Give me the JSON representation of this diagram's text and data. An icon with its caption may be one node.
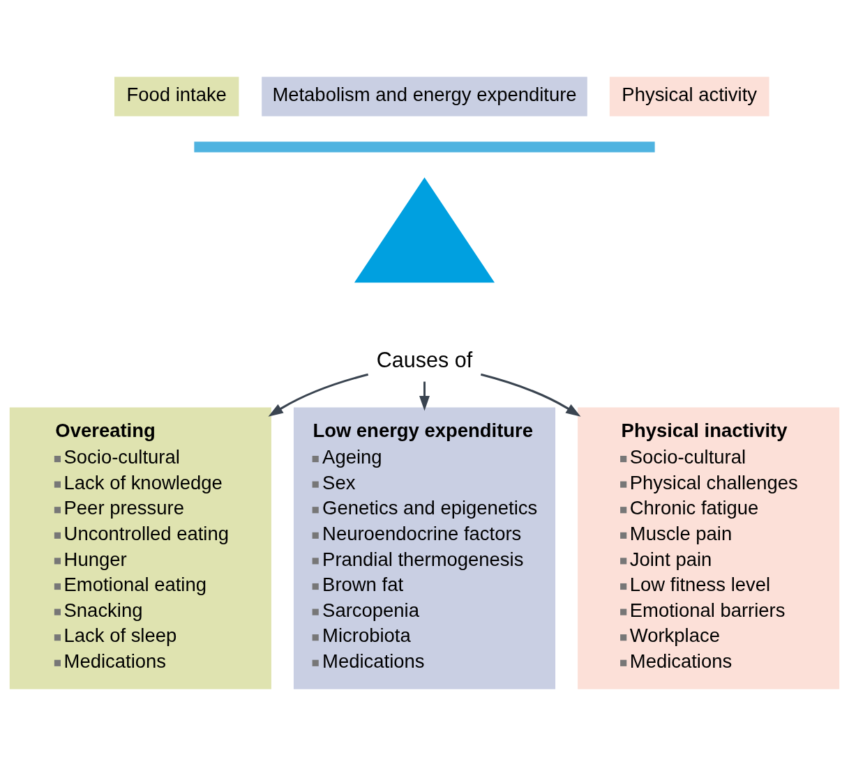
{
  "diagram": {
    "nodes": [
      {
        "text": [
          "Food intake"
        ]
      },
      {
        "text": [
          "Metabolism and energy expenditure"
        ]
      },
      {
        "text": [
          "Physical activity"
        ]
      },
      {
        "text": [],
        "shape": "bar"
      },
      {
        "text": [],
        "shape": "triangle"
      },
      {
        "text": [
          "Causes of"
        ]
      },
      {
        "text": [
          "Overeating",
          "Socio-cultural",
          "Lack of knowledge",
          "Peer pressure",
          "Uncontrolled eating",
          "Hunger",
          "Emotional eating",
          "Snacking",
          "Lack of sleep",
          "Medications"
        ]
      },
      {
        "text": [
          "Low energy expenditure",
          "Ageing",
          "Sex",
          "Genetics and epigenetics",
          "Neuroendocrine factors",
          "Prandial thermogenesis",
          "Brown fat",
          "Sarcopenia",
          "Microbiota",
          "Medications"
        ]
      },
      {
        "text": [
          "Physical inactivity",
          "Socio-cultural",
          "Physical challenges",
          "Chronic fatigue",
          "Muscle pain",
          "Joint pain",
          "Low fitness level",
          "Emotional barriers",
          "Workplace",
          "Medications"
        ]
      }
    ],
    "edges": [
      {
        "from": 5,
        "to": 6,
        "arrow": "to"
      },
      {
        "from": 5,
        "to": 7,
        "arrow": "to"
      },
      {
        "from": 5,
        "to": 8,
        "arrow": "to"
      }
    ]
  }
}
